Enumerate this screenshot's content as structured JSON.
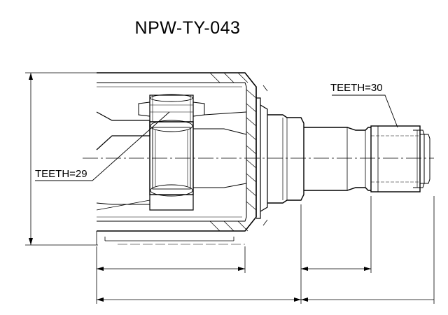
{
  "title": "NPW-TY-043",
  "labels": {
    "teeth_outer": "TEETH=30",
    "teeth_inner": "TEETH=29"
  },
  "colors": {
    "line": "#000000",
    "background": "#ffffff"
  }
}
